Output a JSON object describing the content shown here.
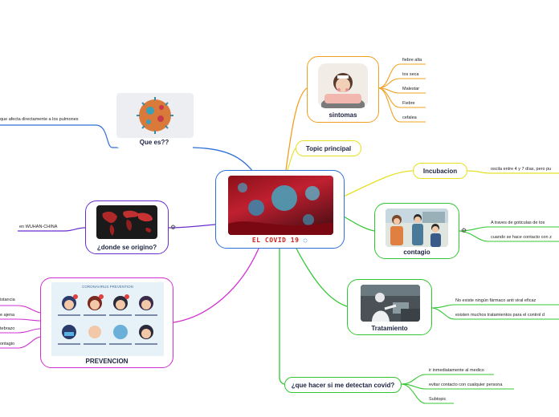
{
  "central": {
    "title": "EL COVID 19",
    "icon": "palette-icon"
  },
  "topic_principal": {
    "label": "Topic principal"
  },
  "que_es": {
    "title": "Que es??",
    "leaf": " que afecta directamente a los pulmones"
  },
  "origen": {
    "title": "¿donde se origino?",
    "leaf": "en WUHAN-CHINA"
  },
  "prevencion": {
    "title": "PREVENCION",
    "poster_title": "CORONAVIRUS PREVENTION",
    "leaves": [
      "istancia",
      "e ajena",
      "tebrazo",
      "ontagio"
    ]
  },
  "sintomas": {
    "title": "sintomas",
    "leaves": [
      "fiebre alta",
      "tos seca",
      "Malestar",
      "Fiebre",
      "cefalea"
    ]
  },
  "incubacion": {
    "label": "Incubacion",
    "leaf": "oscila entre 4 y 7 días, pero pu"
  },
  "contagio": {
    "title": "contagio",
    "leaves": [
      "A traves de goticulas de tos",
      "cuando se hace contacto con z"
    ]
  },
  "tratamiento": {
    "title": "Tratamiento",
    "leaves": [
      "No existe ningún fármaco anti viral eficaz",
      "existen muchos tratamientos para el control d"
    ]
  },
  "detectan": {
    "label": "¿que hacer si me detectan covid?",
    "leaves": [
      "ir inmediatamente al medico",
      "evitar contacto con cualquier persona",
      "Subtopic"
    ]
  },
  "colors": {
    "blue": "#2e6fd8",
    "orange": "#f0a020",
    "yellow": "#e6e020",
    "green": "#30c830",
    "magenta": "#d030d0",
    "purple": "#6a2ed0"
  }
}
